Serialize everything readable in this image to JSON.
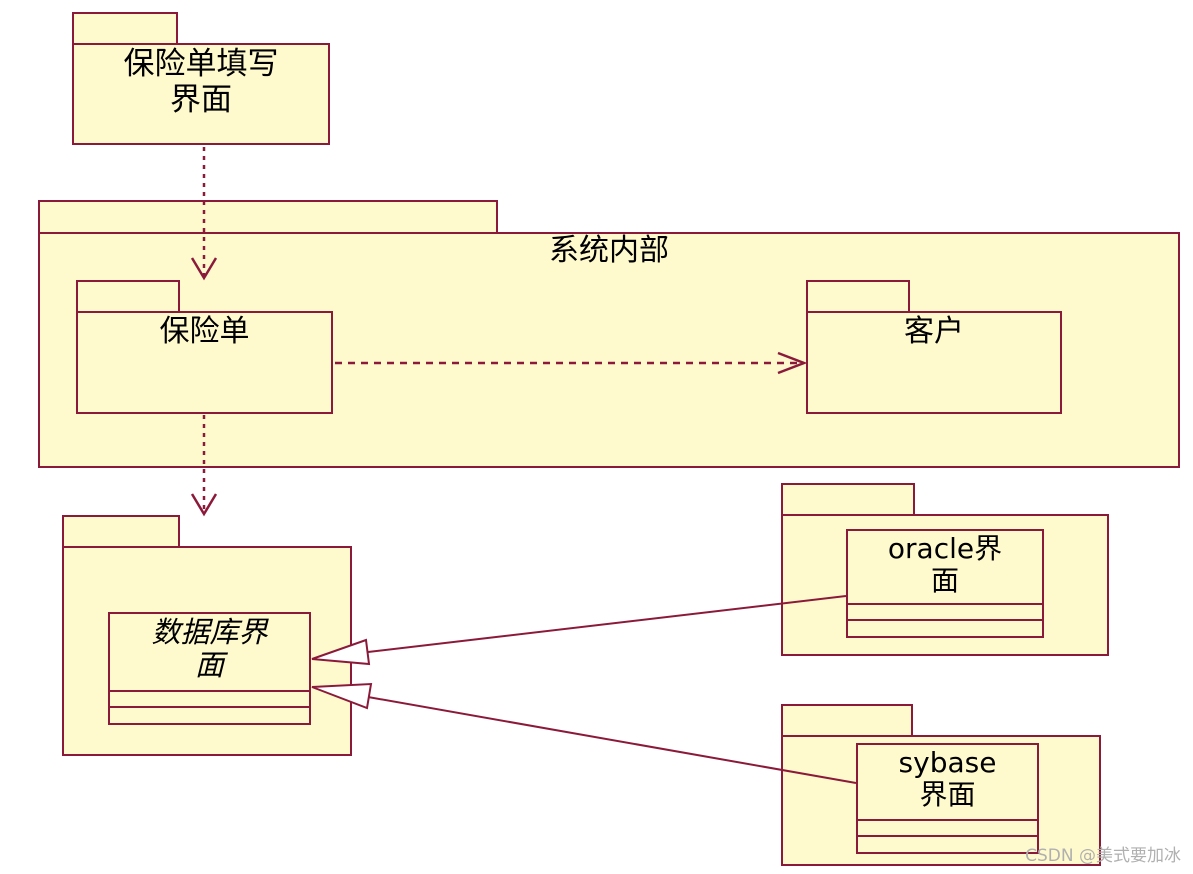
{
  "packages": {
    "policy_form_ui": "保险单填写\n界面",
    "system_internal": "系统内部",
    "policy": "保险单",
    "customer": "客户",
    "database_ui": "",
    "oracle_pkg": "",
    "sybase_pkg": ""
  },
  "classes": {
    "database_ui": "数据库界\n面",
    "oracle_ui": "oracle界\n面",
    "sybase_ui": "sybase\n界面"
  },
  "colors": {
    "fill": "#fffacd",
    "stroke": "#8b1a3a",
    "watermark": "#b0b0b0"
  },
  "watermark": "CSDN @美式要加冰"
}
